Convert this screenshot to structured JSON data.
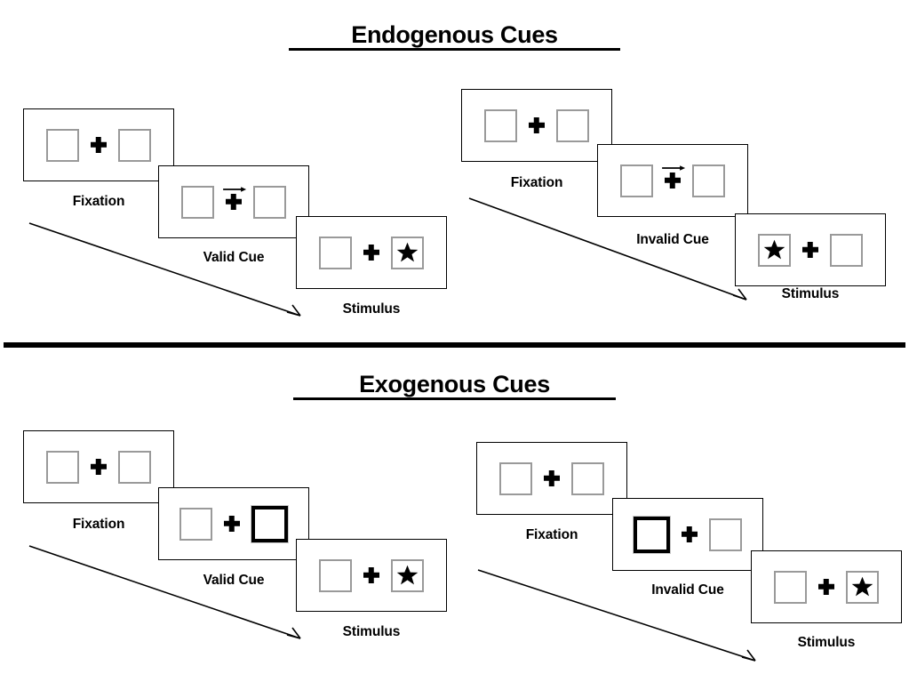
{
  "figure": {
    "title_top": "Endogenous Cues",
    "title_bottom": "Exogenous Cues",
    "divider": "section-divider"
  },
  "icons": {
    "fixation_cross": "plus-cross-icon",
    "arrow_cue": "right-arrow-cue-icon",
    "target": "star-icon",
    "flow": "diagonal-flow-arrow-icon"
  },
  "colors": {
    "ink": "#000000",
    "box_border": "#9a9a9a",
    "frame_border": "#000000",
    "background": "#ffffff"
  },
  "sections": [
    {
      "id": "endogenous",
      "title": "Endogenous Cues",
      "columns": [
        {
          "id": "endogenous-valid",
          "frames": [
            {
              "caption": "Fixation",
              "left_box": "empty",
              "right_box": "empty",
              "cue": "none",
              "cued_side": "none"
            },
            {
              "caption": "Valid Cue",
              "left_box": "empty",
              "right_box": "empty",
              "cue": "arrow-right",
              "cued_side": "right"
            },
            {
              "caption": "Stimulus",
              "left_box": "empty",
              "right_box": "star",
              "cue": "none",
              "cued_side": "none"
            }
          ]
        },
        {
          "id": "endogenous-invalid",
          "frames": [
            {
              "caption": "Fixation",
              "left_box": "empty",
              "right_box": "empty",
              "cue": "none",
              "cued_side": "none"
            },
            {
              "caption": "Invalid Cue",
              "left_box": "empty",
              "right_box": "empty",
              "cue": "arrow-right",
              "cued_side": "right"
            },
            {
              "caption": "Stimulus",
              "left_box": "star",
              "right_box": "empty",
              "cue": "none",
              "cued_side": "none"
            }
          ]
        }
      ]
    },
    {
      "id": "exogenous",
      "title": "Exogenous Cues",
      "columns": [
        {
          "id": "exogenous-valid",
          "frames": [
            {
              "caption": "Fixation",
              "left_box": "empty",
              "right_box": "empty",
              "cue": "none",
              "cued_side": "none"
            },
            {
              "caption": "Valid Cue",
              "left_box": "empty",
              "right_box": "highlight",
              "cue": "box-flash",
              "cued_side": "right"
            },
            {
              "caption": "Stimulus",
              "left_box": "empty",
              "right_box": "star",
              "cue": "none",
              "cued_side": "none"
            }
          ]
        },
        {
          "id": "exogenous-invalid",
          "frames": [
            {
              "caption": "Fixation",
              "left_box": "empty",
              "right_box": "empty",
              "cue": "none",
              "cued_side": "none"
            },
            {
              "caption": "Invalid Cue",
              "left_box": "highlight",
              "right_box": "empty",
              "cue": "box-flash",
              "cued_side": "left"
            },
            {
              "caption": "Stimulus",
              "left_box": "empty",
              "right_box": "star",
              "cue": "none",
              "cued_side": "none"
            }
          ]
        }
      ]
    }
  ]
}
